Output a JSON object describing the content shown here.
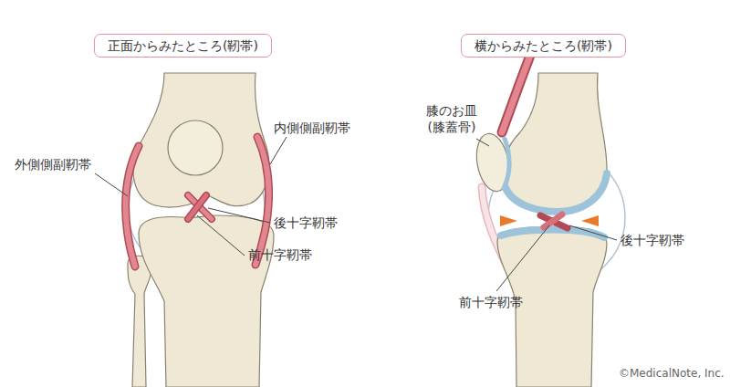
{
  "diagram": {
    "nodes": [
      {
        "text": [
          "正面からみたところ(靭帯)"
        ]
      },
      {
        "text": [
          "横からみたところ(靭帯)"
        ]
      }
    ],
    "labels": [
      "外側側副靭帯",
      "内側側副靭帯",
      "後十字靭帯",
      "前十字靭帯",
      "膝のお皿 (膝蓋骨)",
      "後十字靭帯",
      "前十字靭帯",
      "©MedicalNote, Inc."
    ]
  }
}
